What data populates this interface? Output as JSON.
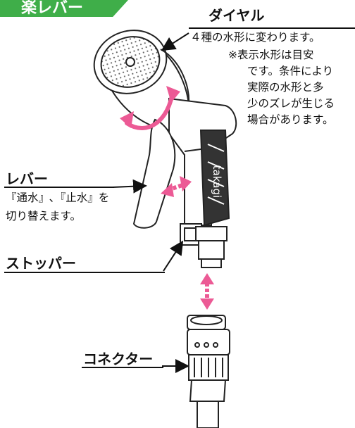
{
  "header": {
    "tab_text": "楽レバー"
  },
  "dial": {
    "title": "ダイヤル",
    "desc": "４種の水形に変わります。",
    "note": [
      "※表示水形は目安",
      "です。条件により",
      "実際の水形と多",
      "少のズレが生じる",
      "場合があります。"
    ]
  },
  "lever": {
    "title": "レバー",
    "desc": [
      "『通水』､『止水』を",
      "切り替えます。"
    ]
  },
  "stopper": {
    "title": "ストッパー"
  },
  "connector": {
    "title": "コネクター"
  },
  "brand": {
    "text": "takagi"
  },
  "colors": {
    "accent_green": "#3fae49",
    "arrow_pink": "#ec5a95",
    "ink": "#111111"
  }
}
